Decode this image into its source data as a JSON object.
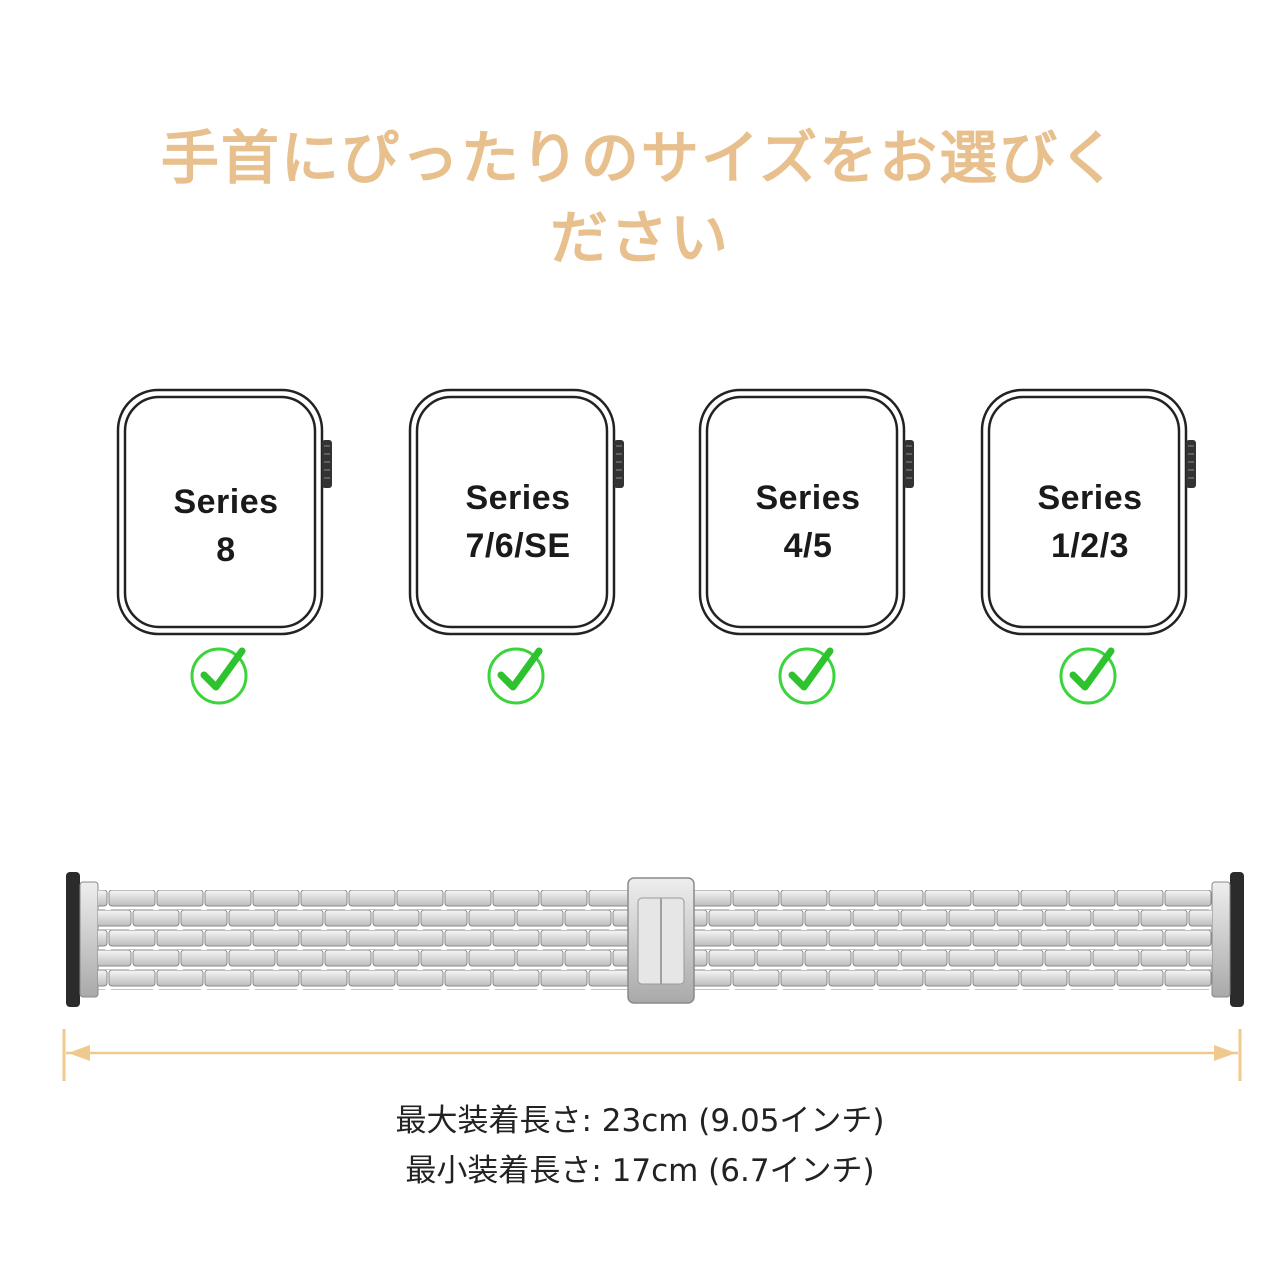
{
  "headline": {
    "line1": "手首にぴったりのサイズをお選びく",
    "line2": "ださい",
    "color": "#E8C08D"
  },
  "watches": [
    {
      "line1": "Series",
      "line2": "8",
      "compatible": true
    },
    {
      "line1": "Series",
      "line2": "7/6/SE",
      "compatible": true
    },
    {
      "line1": "Series",
      "line2": "4/5",
      "compatible": true
    },
    {
      "line1": "Series",
      "line2": "1/2/3",
      "compatible": true
    }
  ],
  "check_icon": "green-check-circle-icon",
  "check_color": "#3CD43C",
  "band_icon": "stainless-steel-link-band",
  "measure_color": "#F0C98F",
  "specs": {
    "max": "最大装着長さ: 23cm (9.05インチ)",
    "min": "最小装着長さ: 17cm (6.7インチ)"
  }
}
